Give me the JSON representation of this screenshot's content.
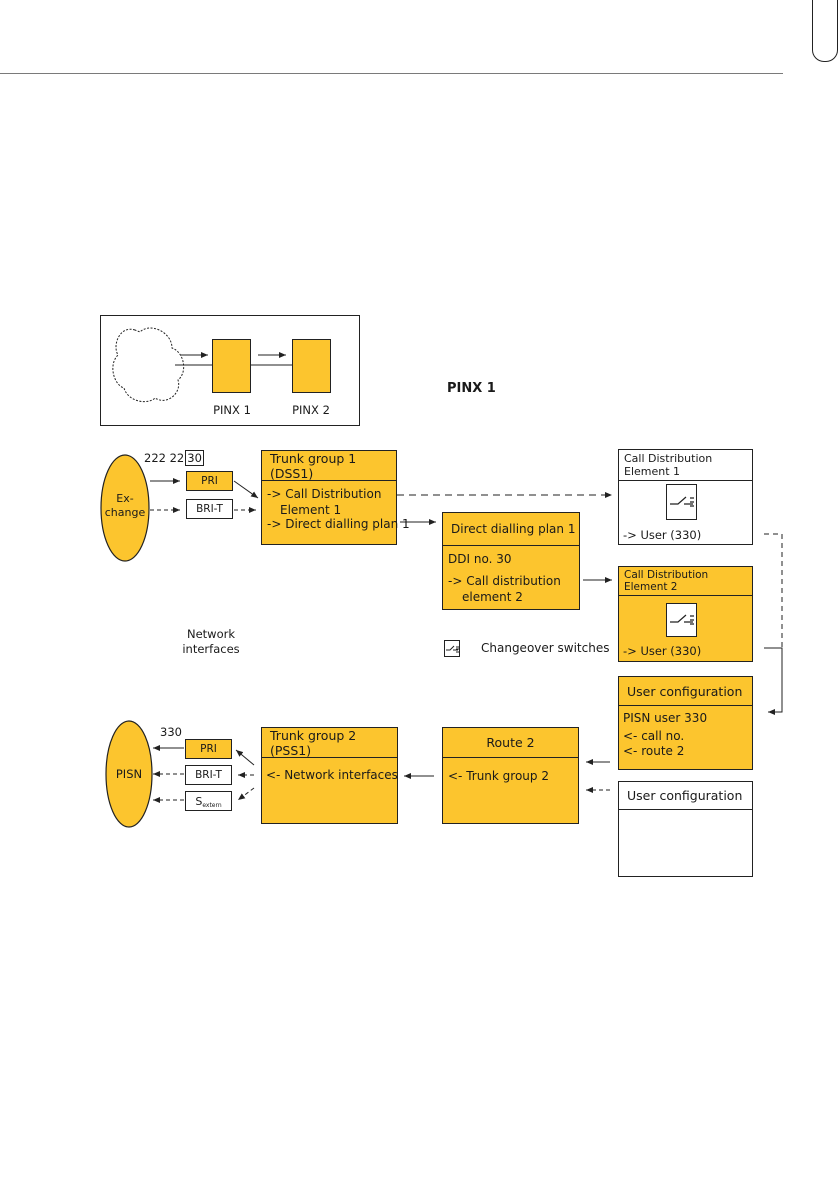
{
  "overview": {
    "pinx1": "PINX 1",
    "pinx2": "PINX 2"
  },
  "title": "PINX 1",
  "exchange": {
    "line1": "Ex-",
    "line2": "change",
    "number_prefix": "222 22",
    "number_suffix": "30"
  },
  "interfaces_top": {
    "pri": "PRI",
    "brit": "BRI-T"
  },
  "trunk1": {
    "header": "Trunk group 1 (DSS1)",
    "line1": "-> Call Distribution",
    "line2": "Element 1",
    "line3": "-> Direct dialling plan 1"
  },
  "ddp": {
    "header": "Direct dialling plan 1",
    "line1": "DDI no. 30",
    "line2": "-> Call distribution",
    "line3": "element 2"
  },
  "cde1": {
    "header": "Call Distribution Element 1",
    "user": "-> User (330)"
  },
  "cde2": {
    "header": "Call Distribution Element 2",
    "user": "-> User (330)"
  },
  "network_label": {
    "line1": "Network",
    "line2": "interfaces"
  },
  "legend": {
    "label": "Changeover switches"
  },
  "userconf1": {
    "header": "User configuration",
    "line1": "PISN user 330",
    "line2": "<- call no.",
    "line3": "<- route 2"
  },
  "userconf2": {
    "header": "User configuration"
  },
  "route2": {
    "header": "Route 2",
    "line1": "<- Trunk group 2"
  },
  "trunk2": {
    "header": "Trunk group 2 (PSS1)",
    "line1": "<- Network interfaces"
  },
  "pisn": {
    "label": "PISN",
    "number": "330"
  },
  "interfaces_bottom": {
    "pri": "PRI",
    "brit": "BRI-T",
    "s_main": "S",
    "s_sub": "extern"
  },
  "colors": {
    "accent": "#fcc52e",
    "line": "#222222"
  }
}
